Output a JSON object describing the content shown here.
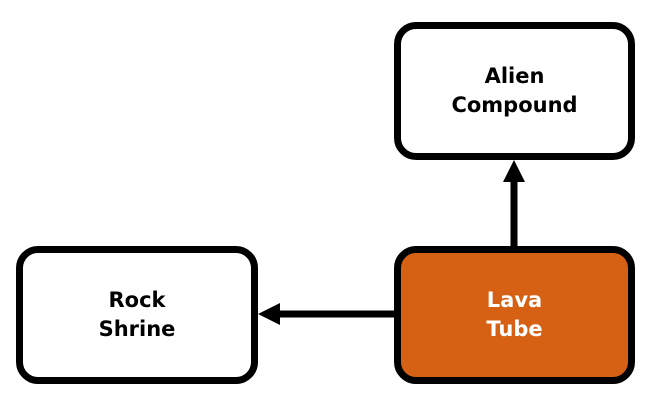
{
  "nodes": {
    "alien_compound": {
      "label": "Alien\nCompound"
    },
    "rock_shrine": {
      "label": "Rock\nShrine"
    },
    "lava_tube": {
      "label": "Lava\nTube"
    }
  },
  "edges": [
    {
      "from": "lava_tube",
      "to": "alien_compound"
    },
    {
      "from": "lava_tube",
      "to": "rock_shrine"
    }
  ],
  "colors": {
    "border": "#000000",
    "default_fill": "#ffffff",
    "default_text": "#000000",
    "highlight_fill": "#d66115",
    "highlight_text": "#ffffff",
    "arrow": "#000000"
  }
}
